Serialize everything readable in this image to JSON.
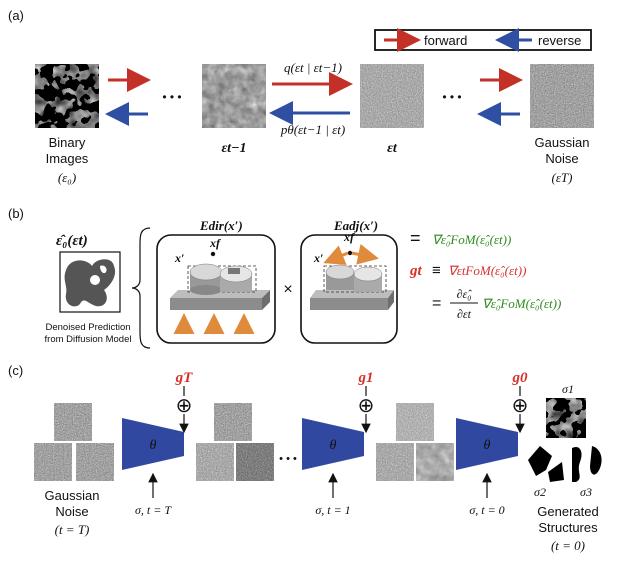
{
  "colors": {
    "forward": "#c23028",
    "reverse": "#2f4fa2",
    "theta_block": "#3048a0",
    "guidance": "#d6312b",
    "green_text": "#2e8b1e",
    "arrow_orange": "#e08a3c"
  },
  "panel_a": {
    "label": "(a)",
    "legend": {
      "forward": "forward",
      "reverse": "reverse"
    },
    "binary": {
      "line1": "Binary",
      "line2": "Images",
      "math": "(ε₀)"
    },
    "eps_prev": "εt−1",
    "eps_t": "εt",
    "gauss": {
      "line1": "Gaussian",
      "line2": "Noise",
      "math": "(εT)"
    },
    "dots": "• • •",
    "q_label": "q(εt | εt−1)",
    "p_label": "pθ(εt−1 | εt)"
  },
  "panel_b": {
    "label": "(b)",
    "denoised_title": "ε̂₀(εt)",
    "denoised_caption_1": "Denoised Prediction",
    "denoised_caption_2": "from Diffusion Model",
    "e_dir": "Edir(x′)",
    "e_adj": "Eadj(x′)",
    "times": "×",
    "equals": "=",
    "grad_top": "∇ε̂₀FoM(ε̂₀(εt))",
    "g_t": "gt",
    "equiv": "≡",
    "grad_eps": "∇εtFoM(ε̂₀(εt))",
    "eq2": "=",
    "frac_num": "∂ε̂₀",
    "frac_den": "∂εt",
    "grad_tail": "∇ε̂₀FoM(ε̂₀(εt))",
    "x_prime": "x′",
    "x_f": "xf"
  },
  "panel_c": {
    "label": "(c)",
    "theta": "θ",
    "g_T": "gT",
    "g_1": "g1",
    "g_0": "g0",
    "oplus": "⊕",
    "dots": "• • •",
    "cond_T": "σ, t = T",
    "cond_1": "σ, t = 1",
    "cond_0": "σ, t = 0",
    "gauss_line1": "Gaussian",
    "gauss_line2": "Noise",
    "gauss_math": "(t = T)",
    "gen_line1": "Generated",
    "gen_line2": "Structures",
    "gen_math": "(t = 0)",
    "sigma1": "σ1",
    "sigma2": "σ2",
    "sigma3": "σ3"
  }
}
